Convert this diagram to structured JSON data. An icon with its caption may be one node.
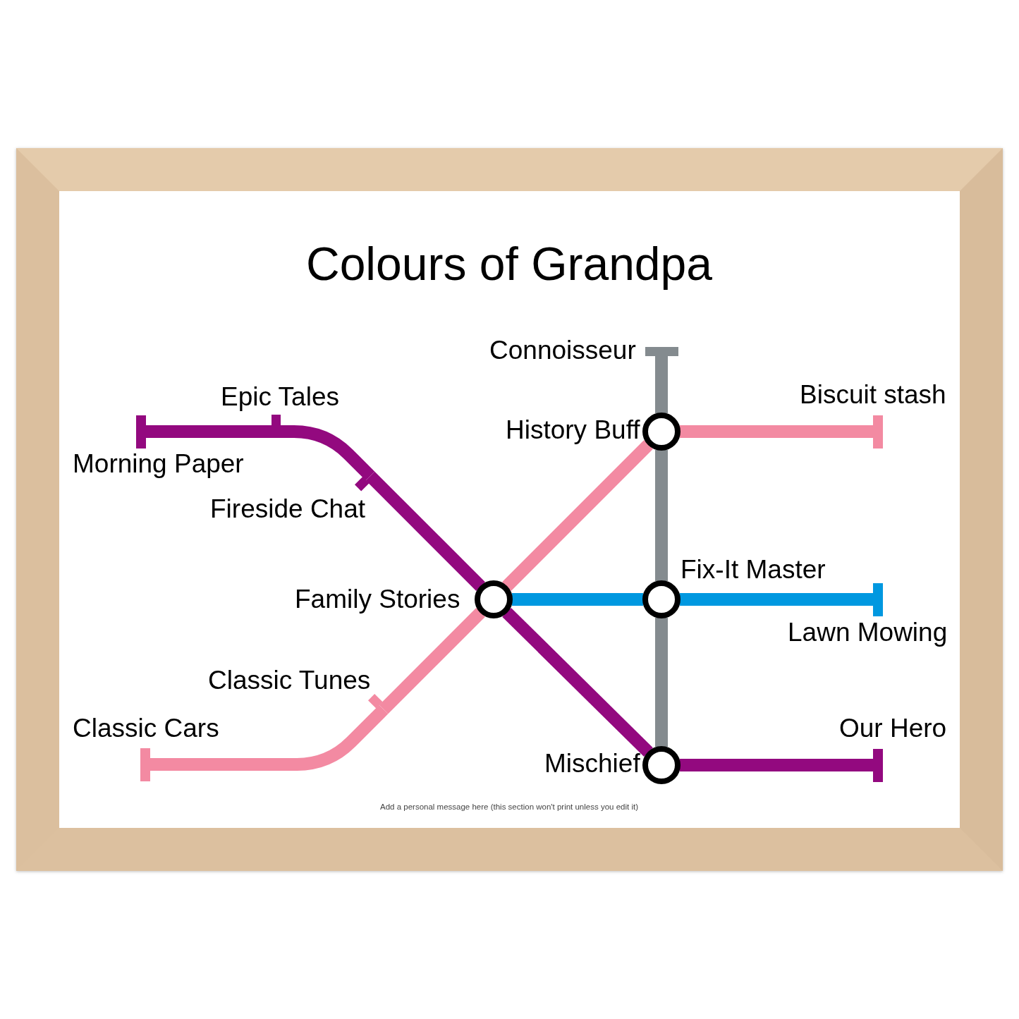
{
  "diagram": {
    "title": "Colours of Grandpa",
    "caption": "Add a personal message here (this section won't print unless you edit it)",
    "nodes": [
      {
        "text": [],
        "shape": "bar",
        "beside": [
          "Connoisseur"
        ]
      },
      {
        "text": [],
        "shape": "bar",
        "beside": [
          "Epic Tales"
        ]
      },
      {
        "text": [],
        "shape": "bar",
        "beside": [
          "Biscuit stash"
        ]
      },
      {
        "text": [],
        "shape": "circle",
        "beside": [
          "History Buff"
        ]
      },
      {
        "text": [],
        "shape": "bar",
        "beside": [
          "Morning Paper"
        ]
      },
      {
        "text": [],
        "shape": "bar",
        "beside": [
          "Fireside Chat"
        ]
      },
      {
        "text": [],
        "shape": "circle",
        "beside": [
          "Fix-It Master"
        ]
      },
      {
        "text": [],
        "shape": "circle",
        "beside": [
          "Family Stories"
        ]
      },
      {
        "text": [],
        "shape": "bar",
        "beside": [
          "Lawn Mowing"
        ]
      },
      {
        "text": [],
        "shape": "bar",
        "beside": [
          "Classic Tunes"
        ]
      },
      {
        "text": [],
        "shape": "bar",
        "beside": [
          "Classic Cars"
        ]
      },
      {
        "text": [],
        "shape": "bar",
        "beside": [
          "Our Hero"
        ]
      },
      {
        "text": [],
        "shape": "circle",
        "beside": [
          "Mischief"
        ]
      }
    ],
    "edges": [
      {
        "from": 4,
        "to": 1,
        "arrow": "none",
        "color": "#93097f"
      },
      {
        "from": 1,
        "to": 5,
        "arrow": "none",
        "color": "#93097f"
      },
      {
        "from": 5,
        "to": 7,
        "arrow": "none",
        "color": "#93097f"
      },
      {
        "from": 7,
        "to": 12,
        "arrow": "none",
        "color": "#93097f"
      },
      {
        "from": 12,
        "to": 11,
        "arrow": "none",
        "color": "#93097f"
      },
      {
        "from": 10,
        "to": 9,
        "arrow": "none",
        "color": "#f38aa2"
      },
      {
        "from": 9,
        "to": 7,
        "arrow": "none",
        "color": "#f38aa2"
      },
      {
        "from": 7,
        "to": 3,
        "arrow": "none",
        "color": "#f38aa2"
      },
      {
        "from": 3,
        "to": 2,
        "arrow": "none",
        "color": "#f38aa2"
      },
      {
        "from": 0,
        "to": 3,
        "arrow": "none",
        "color": "#848b8f"
      },
      {
        "from": 3,
        "to": 6,
        "arrow": "none",
        "color": "#848b8f"
      },
      {
        "from": 6,
        "to": 12,
        "arrow": "none",
        "color": "#848b8f"
      },
      {
        "from": 7,
        "to": 6,
        "arrow": "none",
        "color": "#0098e0"
      },
      {
        "from": 6,
        "to": 8,
        "arrow": "none",
        "color": "#0098e0"
      }
    ]
  }
}
